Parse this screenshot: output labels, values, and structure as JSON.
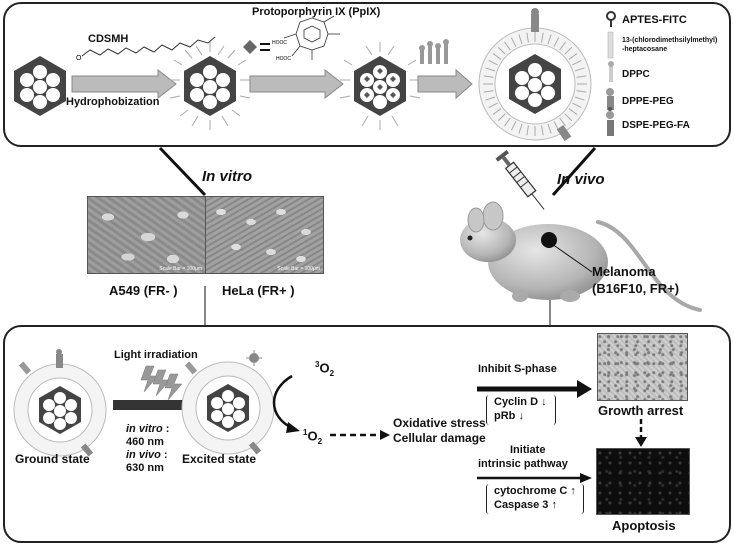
{
  "top": {
    "title": "Protoporphyrin IX (PpIX)",
    "cdsmh": "CDSMH",
    "hydrophobization": "Hydrophobization",
    "legend": [
      {
        "icon": "apts-fitc-icon",
        "label": "APTES-FITC"
      },
      {
        "icon": "heptacosane-icon",
        "label_line1": "13-(chlorodimethsilylmethyl)",
        "label_line2": "-heptacosane"
      },
      {
        "icon": "dppc-icon",
        "label": "DPPC"
      },
      {
        "icon": "dppe-peg-icon",
        "label": "DPPE-PEG"
      },
      {
        "icon": "dspe-peg-fa-icon",
        "label": "DSPE-PEG-FA"
      }
    ]
  },
  "middle": {
    "in_vitro": "In vitro",
    "in_vivo": "In vivo",
    "cell_a549": "A549 (FR- )",
    "cell_hela": "HeLa (FR+ )",
    "scale_bar": "Scale Bar = 100μm",
    "melanoma_line1": "Melanoma",
    "melanoma_line2": "(B16F10, FR+)"
  },
  "bottom": {
    "light_irradiation": "Light irradiation",
    "ground_state": "Ground state",
    "excited_state": "Excited state",
    "in_vitro_label": "in vitro",
    "in_vitro_nm": "460 nm",
    "in_vivo_label": "in vivo",
    "in_vivo_nm": "630 nm",
    "triplet_o2_sup": "3",
    "triplet_o2": "O",
    "triplet_o2_sub": "2",
    "singlet_o2_sup": "1",
    "singlet_o2": "O",
    "singlet_o2_sub": "2",
    "oxidative_stress": "Oxidative stress",
    "cellular_damage": "Cellular damage",
    "inhibit_s_phase": "Inhibit S-phase",
    "cyclin_d": "Cyclin D ↓",
    "prb": "pRb ↓",
    "growth_arrest": "Growth arrest",
    "initiate": "Initiate",
    "intrinsic_pathway": "intrinsic pathway",
    "cytochrome_c": "cytochrome C ↑",
    "caspase_3": "Caspase 3 ↑",
    "apoptosis": "Apoptosis"
  },
  "colors": {
    "border": "#222222",
    "particle_dark": "#444444",
    "arrow_gray": "#aaaaaa",
    "lipid_gray": "#9a9a9a"
  }
}
